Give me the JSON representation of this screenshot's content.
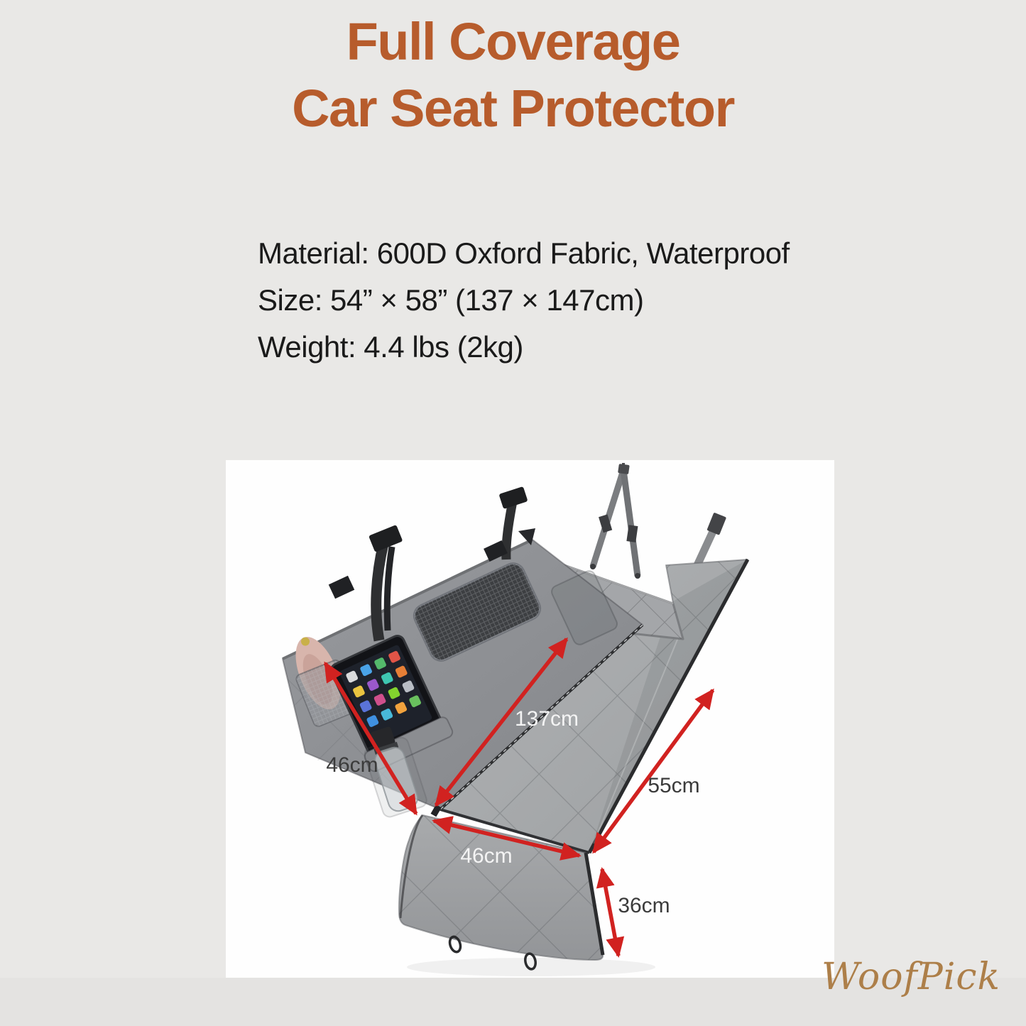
{
  "title": {
    "line1": "Full Coverage",
    "line2": "Car Seat Protector",
    "color": "#b75c2c"
  },
  "specs": {
    "material": "Material: 600D Oxford Fabric, Waterproof",
    "size": "Size: 54” × 58” (137 × 147cm)",
    "weight": "Weight: 4.4 lbs (2kg)"
  },
  "dimensions": {
    "back_height": "46cm",
    "length": "137cm",
    "side": "55cm",
    "front_width": "46cm",
    "front_drop": "36cm"
  },
  "watermark": {
    "text": "WoofPick",
    "color": "#ad7f49"
  },
  "colors": {
    "accent_red": "#d12220",
    "fabric_gray": "#a9abad",
    "panel_gray": "#8f9195",
    "background": "#e9e8e6"
  }
}
